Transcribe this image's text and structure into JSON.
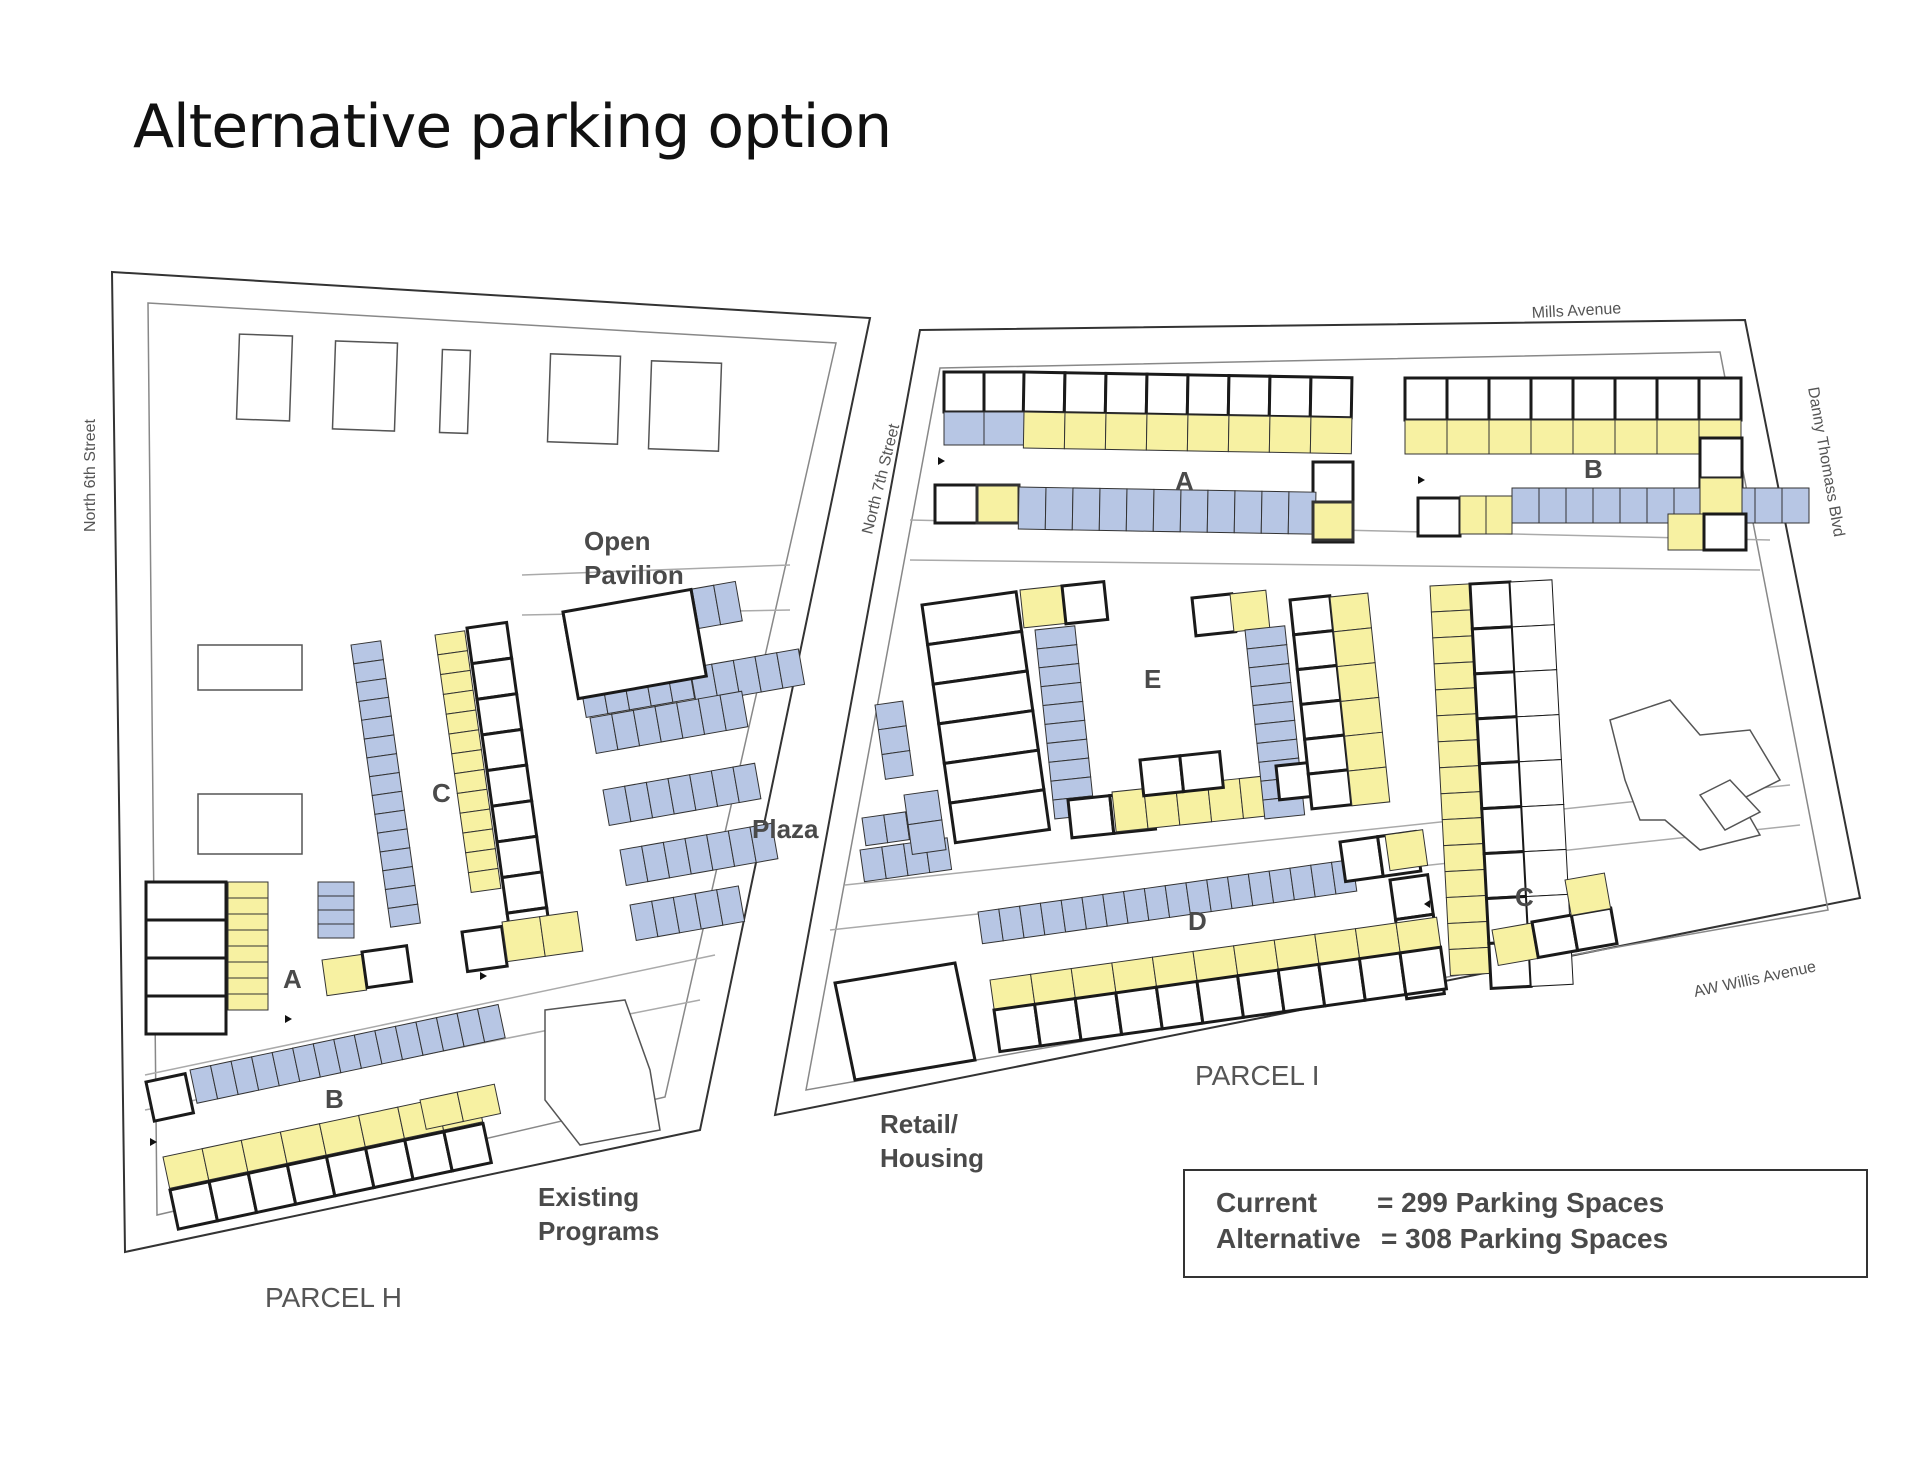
{
  "title": "Alternative parking option",
  "streets": {
    "north_6th": "North 6th Street",
    "north_7th": "North 7th Street",
    "mills": "Mills Avenue",
    "danny_thomass": "Danny Thomass Blvd",
    "aw_willis": "AW Willis Avenue"
  },
  "areas": {
    "open_pavilion_1": "Open",
    "open_pavilion_2": "Pavilion",
    "plaza": "Plaza",
    "retail_1": "Retail/",
    "retail_2": "Housing",
    "existing_1": "Existing",
    "existing_2": "Programs"
  },
  "lots": {
    "h_a": "A",
    "h_b": "B",
    "h_c": "C",
    "i_a": "A",
    "i_b": "B",
    "i_c": "C",
    "i_d": "D",
    "i_e": "E"
  },
  "parcels": {
    "h": "PARCEL H",
    "i": "PARCEL I"
  },
  "legend": {
    "current_label": "Current",
    "current_value": "= 299 Parking Spaces",
    "alt_label": "Alternative",
    "alt_value": "= 308 Parking Spaces"
  },
  "colors": {
    "blue_space": "#b7c6e4",
    "yellow_space": "#f7f1a2",
    "outline": "#1a1a1a"
  }
}
